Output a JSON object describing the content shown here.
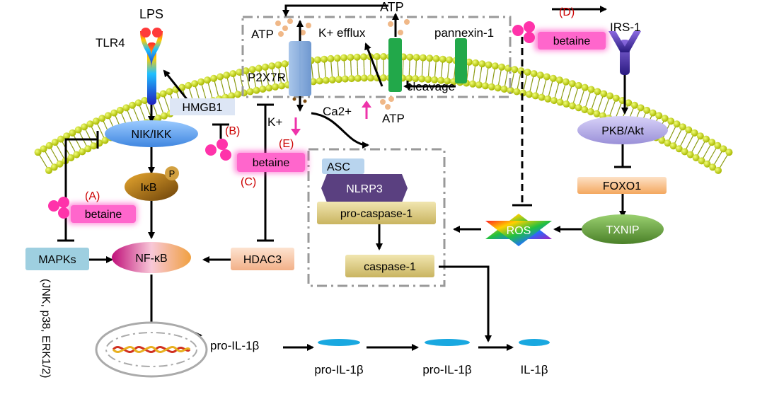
{
  "labels": {
    "lps": "LPS",
    "tlr4": "TLR4",
    "atp_top": "ATP",
    "atp_left": "ATP",
    "atp_bottom": "ATP",
    "k_efflux": "K+ efflux",
    "pannexin": "pannexin-1",
    "p2x7r": "P2X7R",
    "cleavage": "cleavage",
    "k_plus": "K+",
    "ca2_plus": "Ca2+",
    "irs1": "IRS-1",
    "hmgb1": "HMGB1",
    "nik_ikk": "NIK/IKK",
    "ikb": "IκB",
    "p": "P",
    "nfkb": "NF-κB",
    "mapks": "MAPKs",
    "mapks_sub": "(JNK, p38, ERK1/2)",
    "hdac3": "HDAC3",
    "asc": "ASC",
    "nlrp3": "NLRP3",
    "pro_caspase": "pro-caspase-1",
    "caspase": "caspase-1",
    "pkb_akt": "PKB/Akt",
    "foxo1": "FOXO1",
    "txnip": "TXNIP",
    "ros": "ROS",
    "pro_il1b_dna": "pro-IL-1β",
    "pro_il1b_1": "pro-IL-1β",
    "pro_il1b_2": "pro-IL-1β",
    "il1b": "IL-1β"
  },
  "markers": {
    "a": "(A)",
    "b": "(B)",
    "c": "(C)",
    "d": "(D)",
    "e": "(E)"
  },
  "betaine": {
    "a": "betaine",
    "bce": "betaine",
    "d": "betaine"
  },
  "colors": {
    "membrane_head": "#c6d600",
    "membrane_tail": "#8a9a10",
    "betaine_fill": "#ff66cc",
    "betaine_glow": "#ff33bb",
    "marker_red": "#cc0000",
    "arrow_magenta": "#ee33aa",
    "nik_blue": "#4a9cf0",
    "ikb_brown": "#b07810",
    "mapks": "#9ecfe0",
    "hdac3": "#f9c9a8",
    "hmgb1": "#dde6f5",
    "asc": "#b8d4ee",
    "nlrp3": "#5a4080",
    "caspase": "#d8c77a",
    "pkb": "#b8b0e8",
    "foxo1": "#f9c28a",
    "txnip": "#6aa040",
    "pill": "#19a8e0"
  }
}
